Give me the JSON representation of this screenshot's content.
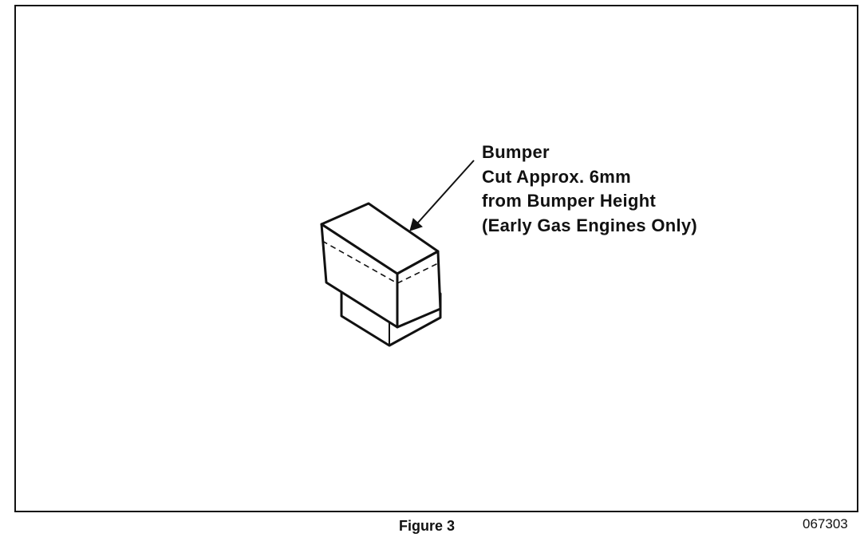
{
  "callout": {
    "lines": [
      "Bumper",
      "Cut Approx. 6mm",
      "from Bumper Height",
      "(Early Gas Engines Only)"
    ]
  },
  "caption": "Figure 3",
  "reference_number": "067303"
}
